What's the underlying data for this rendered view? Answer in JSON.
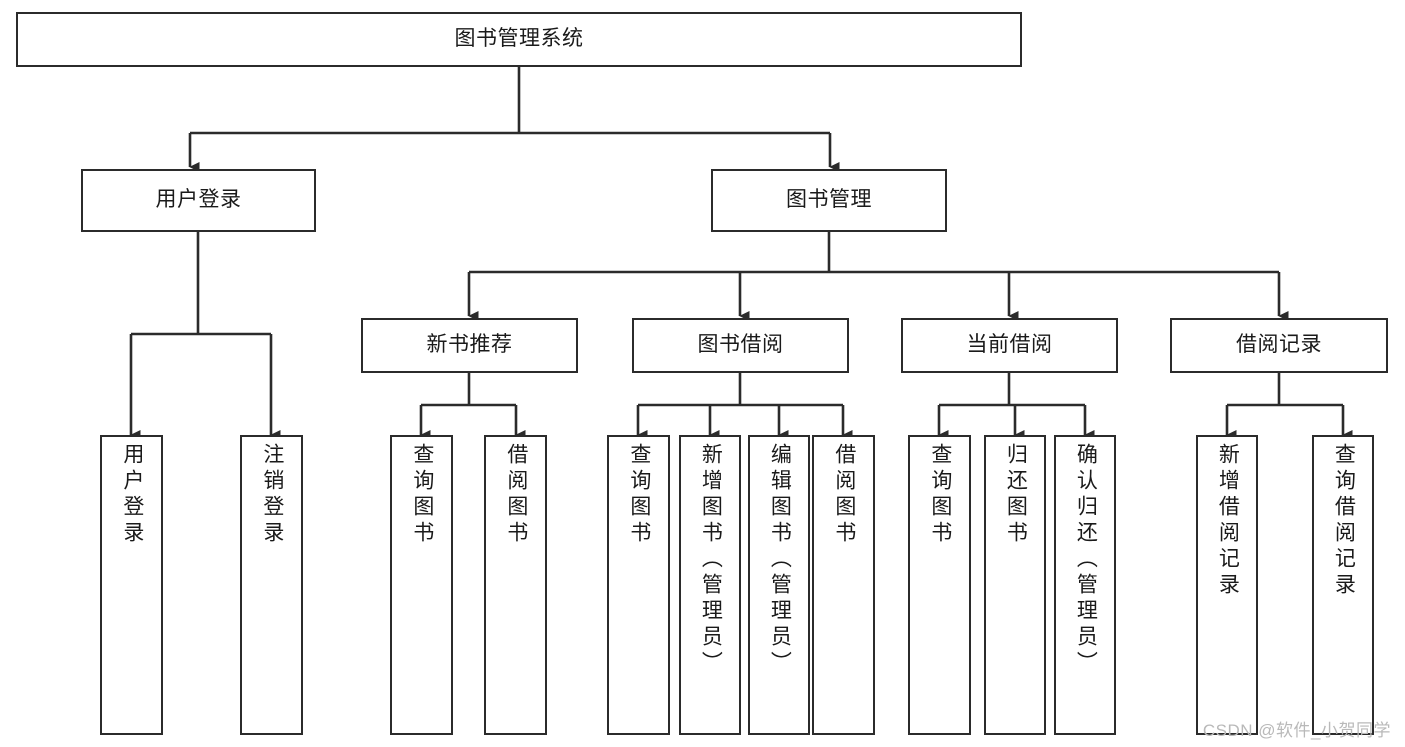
{
  "diagram": {
    "title": "图书管理系统",
    "type": "tree-hierarchy-chart",
    "watermark": "CSDN @软件_小贺同学",
    "colors": {
      "stroke": "#2b2b2b",
      "fill": "#ffffff",
      "text": "#1a1a1a",
      "watermark": "#b9b9b9"
    },
    "levels": {
      "root": {
        "label": "图书管理系统"
      },
      "level2": [
        {
          "label": "用户登录"
        },
        {
          "label": "图书管理"
        }
      ],
      "level3": [
        {
          "label": "新书推荐"
        },
        {
          "label": "图书借阅"
        },
        {
          "label": "当前借阅"
        },
        {
          "label": "借阅记录"
        }
      ],
      "leaves": {
        "user_login": [
          {
            "label": "用户登录"
          },
          {
            "label": "注销登录"
          }
        ],
        "new_book_recommend": [
          {
            "label": "查询图书"
          },
          {
            "label": "借阅图书"
          }
        ],
        "book_borrow": [
          {
            "label": "查询图书"
          },
          {
            "label": "新增图书（管理员）"
          },
          {
            "label": "编辑图书（管理员）"
          },
          {
            "label": "借阅图书"
          }
        ],
        "current_borrow": [
          {
            "label": "查询图书"
          },
          {
            "label": "归还图书"
          },
          {
            "label": "确认归还（管理员）"
          }
        ],
        "borrow_record": [
          {
            "label": "新增借阅记录"
          },
          {
            "label": "查询借阅记录"
          }
        ]
      }
    }
  }
}
